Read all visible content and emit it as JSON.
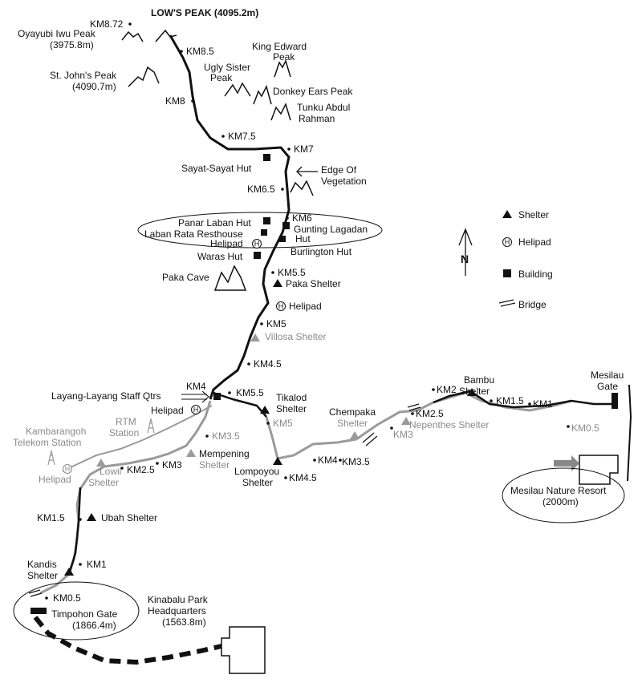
{
  "peaks": {
    "lows_peak": "LOW'S PEAK (4095.2m)",
    "oyayubi": [
      "Oyayubi Iwu Peak",
      "(3975.8m)"
    ],
    "st_johns": [
      "St. John's Peak",
      "(4090.7m)"
    ],
    "king_edward": [
      "King Edward",
      "Peak"
    ],
    "ugly_sister": [
      "Ugly Sister",
      "Peak"
    ],
    "donkey_ears": "Donkey Ears Peak",
    "tunku": [
      "Tunku Abdul",
      "Rahman"
    ]
  },
  "summit_trail": {
    "markers": [
      "KM8.72",
      "KM8.5",
      "KM8",
      "KM7.5",
      "KM7",
      "KM6.5",
      "KM6",
      "KM5.5",
      "KM5",
      "KM4.5",
      "KM4",
      "KM5.5"
    ],
    "features": {
      "sayat": "Sayat-Sayat Hut",
      "edge": [
        "Edge Of",
        "Vegetation"
      ],
      "panar": "Panar Laban Hut",
      "laban": "Laban Rata Resthouse",
      "helipad_upper": "Helipad",
      "gunting": [
        "Gunting Lagadan",
        "Hut"
      ],
      "waras": "Waras Hut",
      "burlington": "Burlington Hut",
      "paka_cave": "Paka Cave",
      "paka_shelter": "Paka Shelter",
      "helipad_mid": "Helipad",
      "villosa": "Villosa Shelter",
      "layang": "Layang-Layang Staff Qtrs",
      "helipad_layang": "Helipad",
      "tikalod": [
        "Tikalod",
        "Shelter"
      ]
    }
  },
  "timpohon_trail": {
    "markers": [
      "KM3.5",
      "KM3",
      "KM2.5",
      "KM1.5",
      "KM1",
      "KM0.5"
    ],
    "features": {
      "rtm": [
        "RTM",
        "Station"
      ],
      "kambarangoh": [
        "Kambarangoh",
        "Telekom Station"
      ],
      "helipad_west": "Helipad",
      "lowii": [
        "Lowii",
        "Shelter"
      ],
      "mempening": [
        "Mempening",
        "Shelter"
      ],
      "ubah": "Ubah Shelter",
      "kandis": [
        "Kandis",
        "Shelter"
      ],
      "timpohon": [
        "Timpohon Gate",
        "(1866.4m)"
      ],
      "hq": [
        "Kinabalu Park",
        "Headquarters",
        "(1563.8m)"
      ]
    }
  },
  "mesilau_trail": {
    "markers": [
      "KM5",
      "KM4.5",
      "KM4",
      "KM3.5",
      "KM3",
      "KM2.5",
      "KM2",
      "KM1.5",
      "KM1",
      "KM0.5"
    ],
    "features": {
      "lompoyou": [
        "Lompoyou",
        "Shelter"
      ],
      "chempaka": [
        "Chempaka",
        "Shelter"
      ],
      "nepenthes": "Nepenthes Shelter",
      "bambu": [
        "Bambu",
        "Shelter"
      ],
      "mesilau_gate": [
        "Mesilau",
        "Gate"
      ],
      "mesilau_resort": [
        "Mesilau Nature Resort",
        "(2000m)"
      ]
    }
  },
  "legend": {
    "shelter": "Shelter",
    "helipad": "Helipad",
    "building": "Building",
    "bridge": "Bridge",
    "north": "N",
    "helipad_symbol": "H"
  },
  "colors": {
    "summit_trail": "#111111",
    "lower_trails": "#9a9a9a",
    "ink": "#111111"
  }
}
